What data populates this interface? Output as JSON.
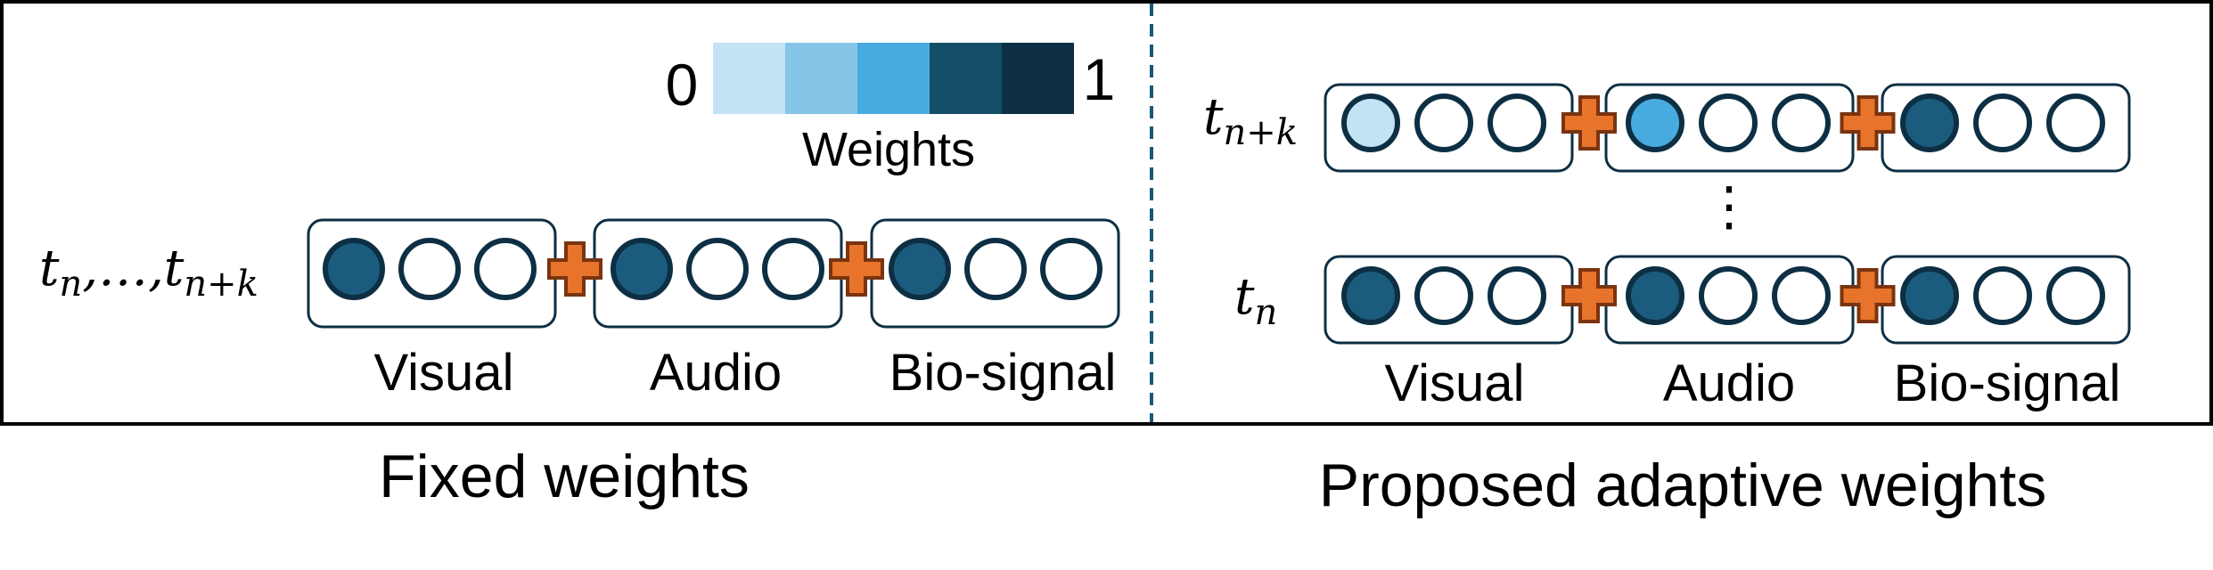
{
  "legend": {
    "min_label": "0",
    "max_label": "1",
    "title": "Weights",
    "colors": [
      "#c3e2f3",
      "#86c5e8",
      "#48abdf",
      "#144e68",
      "#0d2f44"
    ]
  },
  "left_panel": {
    "caption": "Fixed weights",
    "time_label": "t_n, …, t_{n+k}",
    "time_label_text": "tn,…,tn+k",
    "time_main": "t",
    "time_sub1": "n",
    "time_sep": ",…,",
    "time_main2": "t",
    "time_sub2": "n+k",
    "modalities": [
      "Visual",
      "Audio",
      "Bio-signal"
    ],
    "row_weights": [
      [
        "dark",
        "white",
        "white"
      ],
      [
        "dark",
        "white",
        "white"
      ],
      [
        "dark",
        "white",
        "white"
      ]
    ]
  },
  "right_panel": {
    "caption": "Proposed adaptive weights",
    "top_time_main": "t",
    "top_time_sub": "n+k",
    "bottom_time_main": "t",
    "bottom_time_sub": "n",
    "ellipsis": "⋮",
    "modalities": [
      "Visual",
      "Audio",
      "Bio-signal"
    ],
    "top_row_weights": [
      [
        "light",
        "white",
        "white"
      ],
      [
        "mid",
        "white",
        "white"
      ],
      [
        "dark",
        "white",
        "white"
      ]
    ],
    "bottom_row_weights": [
      [
        "dark",
        "white",
        "white"
      ],
      [
        "dark",
        "white",
        "white"
      ],
      [
        "dark",
        "white",
        "white"
      ]
    ]
  },
  "colors": {
    "border": "#000000",
    "divider": "#1b5777",
    "circle_stroke": "#0d2f44",
    "circle_dark": "#1b5c7e",
    "circle_mid": "#48abdf",
    "circle_light": "#c3e2f3",
    "plus_fill": "#e8732b",
    "plus_stroke": "#7a3410"
  }
}
